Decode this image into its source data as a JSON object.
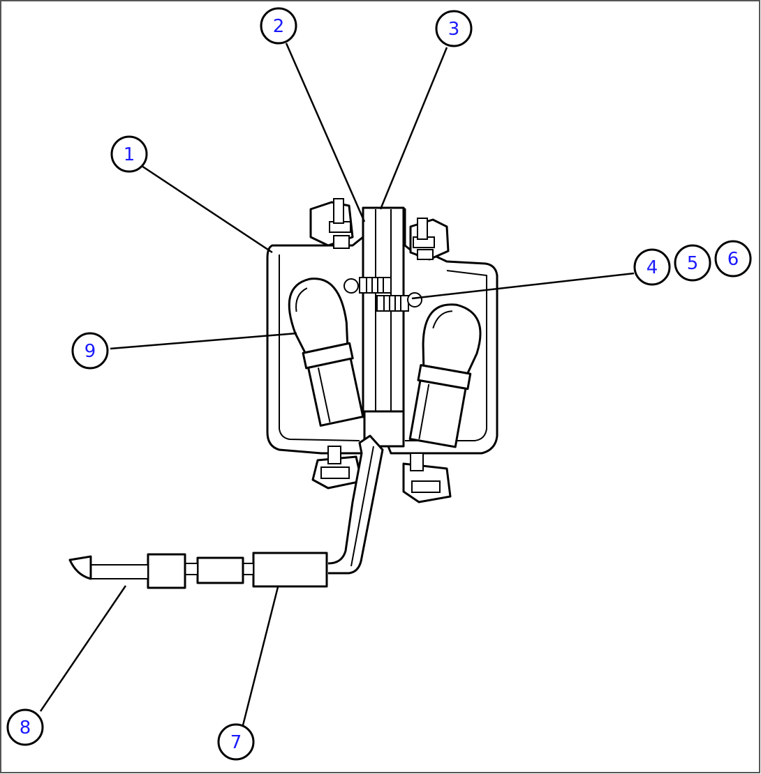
{
  "callouts": [
    {
      "id": "1",
      "label": "1"
    },
    {
      "id": "2",
      "label": "2"
    },
    {
      "id": "3",
      "label": "3"
    },
    {
      "id": "4",
      "label": "4"
    },
    {
      "id": "5",
      "label": "5"
    },
    {
      "id": "6",
      "label": "6"
    },
    {
      "id": "7",
      "label": "7"
    },
    {
      "id": "8",
      "label": "8"
    },
    {
      "id": "9",
      "label": "9"
    }
  ],
  "colors": {
    "callout_text": "#1a1aff",
    "line": "#000000",
    "background": "#ffffff"
  }
}
